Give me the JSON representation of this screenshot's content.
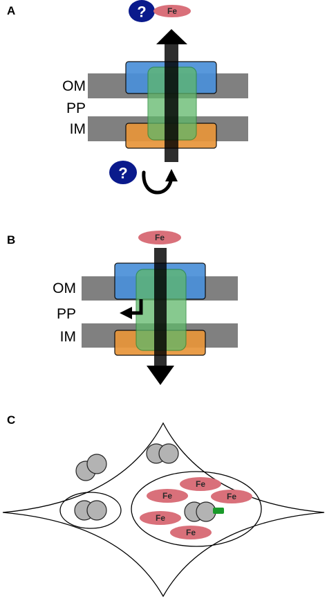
{
  "panels": {
    "a": {
      "label": "A",
      "outer_membrane": "OM",
      "periplasm": "PP",
      "inner_membrane": "IM",
      "iron": "Fe",
      "unknown_top": "?",
      "unknown_bottom": "?"
    },
    "b": {
      "label": "B",
      "outer_membrane": "OM",
      "periplasm": "PP",
      "inner_membrane": "IM",
      "iron": "Fe"
    },
    "c": {
      "label": "C",
      "iron": [
        "Fe",
        "Fe",
        "Fe",
        "Fe",
        "Fe"
      ]
    }
  },
  "colors": {
    "membrane": "#808080",
    "outer_protein": "#4a90d9",
    "periplasmic_protein": "#5fb86a",
    "inner_protein": "#e8953a",
    "iron": "#d9707a",
    "unknown_marker": "#0a1a8c",
    "arrow": "#000000",
    "dimer": "#b3b3b3",
    "tag": "#1a9a2a"
  }
}
